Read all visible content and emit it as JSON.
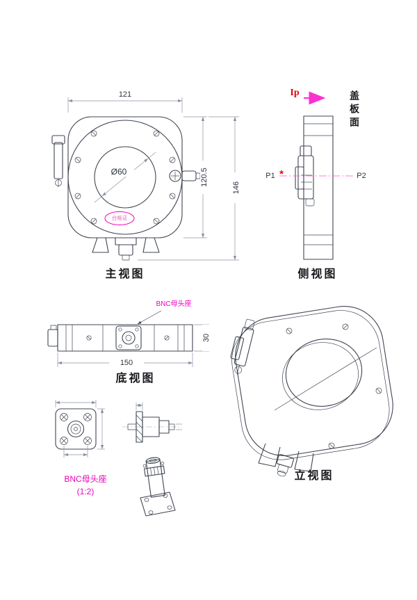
{
  "titles": {
    "front": "主视图",
    "side": "侧视图",
    "bottom": "底视图",
    "iso": "立视图"
  },
  "front": {
    "dim_width": "121",
    "dim_body_height": "120.5",
    "dim_total_height": "146",
    "dim_bore": "Ø60",
    "cert_label": "合格证"
  },
  "side": {
    "ip_label": "Ip",
    "cover_label": "盖板面",
    "p1": "P1",
    "p2": "P2",
    "asterisk": "*"
  },
  "bottom": {
    "dim_length": "150",
    "dim_height": "30",
    "bnc_label": "BNC母头座"
  },
  "bnc_detail": {
    "label": "BNC母头座",
    "scale": "(1:2)"
  },
  "colors": {
    "outline": "#3f4450",
    "dimension": "#8b93a4",
    "magenta": "#ee00bb",
    "pink_centerline": "#ff4fd8",
    "red": "#e60012"
  }
}
